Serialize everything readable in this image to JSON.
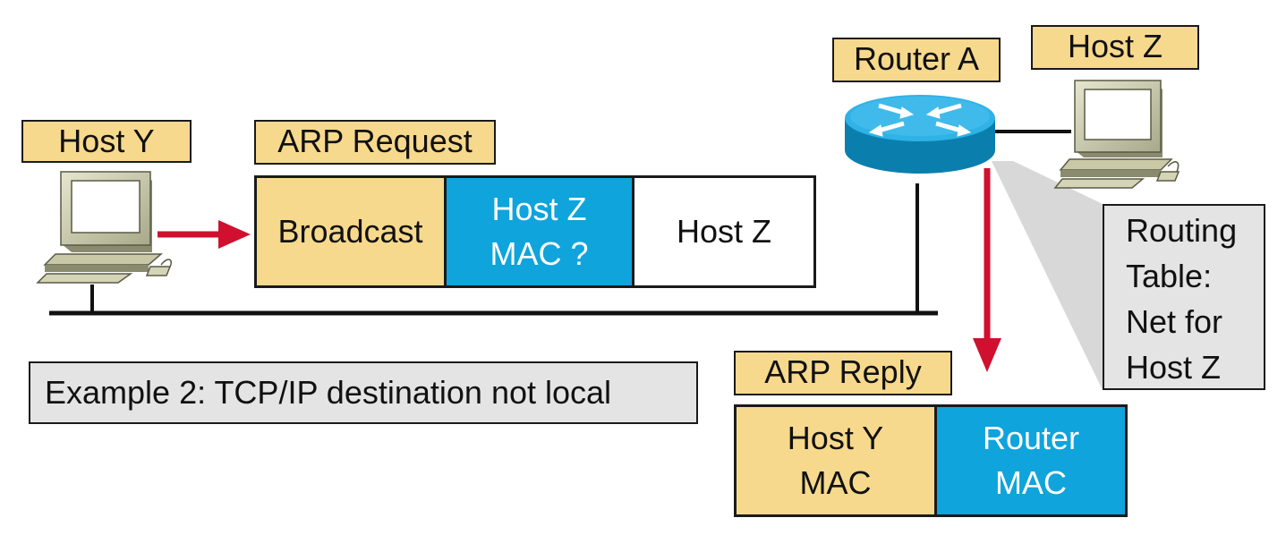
{
  "labels": {
    "host_y": "Host Y",
    "arp_request": "ARP Request",
    "router_a": "Router A",
    "host_z": "Host Z",
    "arp_reply": "ARP Reply"
  },
  "arp_request_frame": {
    "field1": "Broadcast",
    "field2_line1": "Host Z",
    "field2_line2": "MAC ?",
    "field3": "Host Z"
  },
  "arp_reply_frame": {
    "field1_line1": "Host Y",
    "field1_line2": "MAC",
    "field2_line1": "Router",
    "field2_line2": "MAC"
  },
  "example_caption": "Example 2: TCP/IP destination not local",
  "routing_table": {
    "line1": "Routing",
    "line2": "Table:",
    "line3": "Net for",
    "line4": "Host Z"
  },
  "icons": {
    "host_y": "computer-icon",
    "host_z": "computer-icon",
    "router_a": "router-icon"
  },
  "colors": {
    "label_fill": "#f7d98d",
    "field_blue": "#0fa4dc",
    "arrow": "#d0102e",
    "note_fill": "#e4e4e4"
  }
}
